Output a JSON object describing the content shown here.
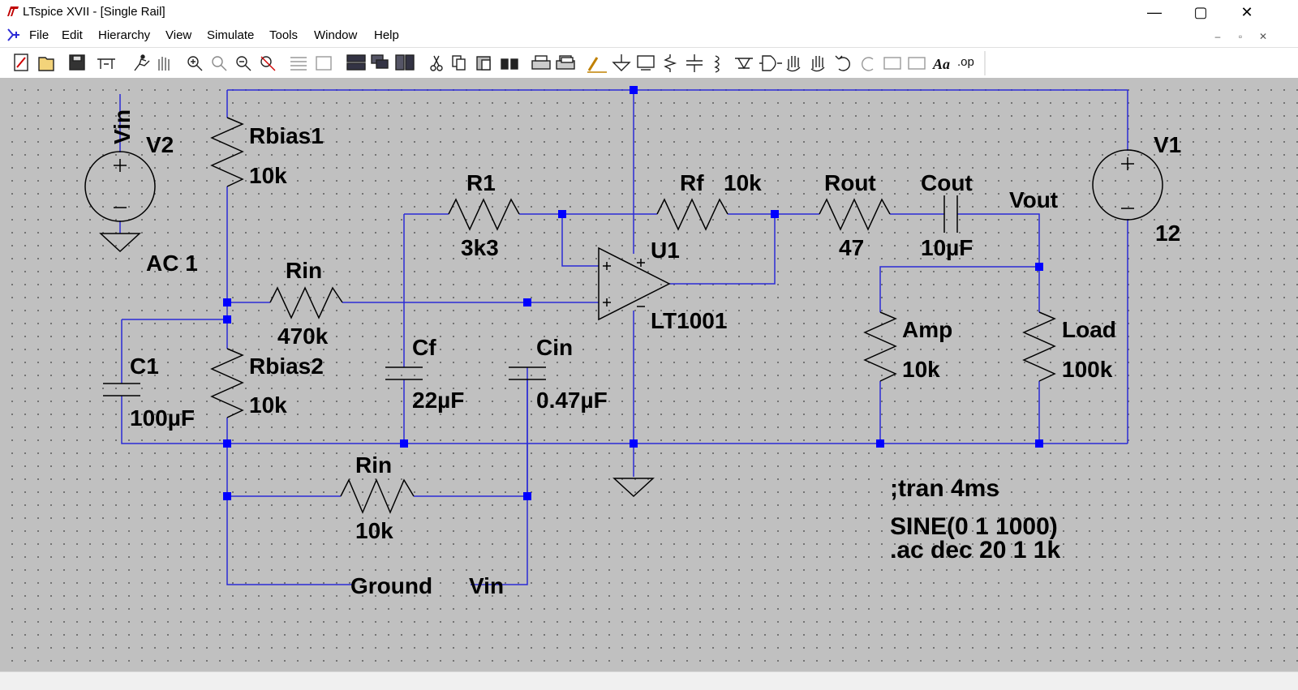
{
  "window": {
    "title": "LTspice XVII - [Single Rail]",
    "controls": {
      "minimize": "—",
      "maximize": "▢",
      "close": "✕"
    },
    "mdi_controls": {
      "minimize": "–",
      "restore": "▫",
      "close": "✕"
    }
  },
  "menu": {
    "items": [
      "File",
      "Edit",
      "Hierarchy",
      "View",
      "Simulate",
      "Tools",
      "Window",
      "Help"
    ]
  },
  "toolbar": {
    "icons": [
      "new-schematic-icon",
      "open-icon",
      "save-icon",
      "control-panel-icon",
      "run-icon",
      "halt-icon",
      "zoom-in-icon",
      "pan-icon",
      "zoom-out-icon",
      "zoom-fit-icon",
      "autorange-icon",
      "view-icon",
      "tile-horizontal-icon",
      "cascade-icon",
      "tile-vertical-icon",
      "cut-icon",
      "copy-icon",
      "paste-icon",
      "find-icon",
      "print-icon",
      "print-setup-icon",
      "wire-icon",
      "ground-icon",
      "label-icon",
      "resistor-icon",
      "capacitor-icon",
      "inductor-icon",
      "diode-icon",
      "component-icon",
      "move-icon",
      "drag-icon",
      "undo-icon",
      "redo-icon",
      "rotate-icon",
      "mirror-icon",
      "text-icon",
      "spice-directive-icon"
    ],
    "text_tool_label": "Aa",
    "spice_directive_label": ".op"
  },
  "schematic": {
    "components": {
      "V2": {
        "name": "V2",
        "net": "Vin",
        "value": "AC 1"
      },
      "V1": {
        "name": "V1",
        "value": "12"
      },
      "Rbias1": {
        "name": "Rbias1",
        "value": "10k"
      },
      "Rbias2": {
        "name": "Rbias2",
        "value": "10k"
      },
      "C1": {
        "name": "C1",
        "value": "100µF"
      },
      "Rin_top": {
        "name": "Rin",
        "value": "470k"
      },
      "Rin_bottom": {
        "name": "Rin",
        "value": "10k"
      },
      "R1": {
        "name": "R1",
        "value": "3k3"
      },
      "Rf": {
        "name": "Rf",
        "value": "10k"
      },
      "Cf": {
        "name": "Cf",
        "value": "22µF"
      },
      "Cin": {
        "name": "Cin",
        "value": "0.47µF"
      },
      "U1": {
        "name": "U1",
        "value": "LT1001"
      },
      "Rout": {
        "name": "Rout",
        "value": "47"
      },
      "Cout": {
        "name": "Cout",
        "value": "10µF"
      },
      "Amp": {
        "name": "Amp",
        "value": "10k"
      },
      "Load": {
        "name": "Load",
        "value": "100k"
      }
    },
    "net_labels": {
      "vout": "Vout",
      "ground": "Ground",
      "vin": "Vin"
    },
    "directives": {
      "tran": ";tran 4ms",
      "sine": "SINE(0 1 1000)",
      "ac": ".ac dec 20 1 1k"
    },
    "colors": {
      "background": "#c0c0c0",
      "wire": "#2b2bd6",
      "junction": "#0000ff",
      "component": "#000000"
    }
  }
}
